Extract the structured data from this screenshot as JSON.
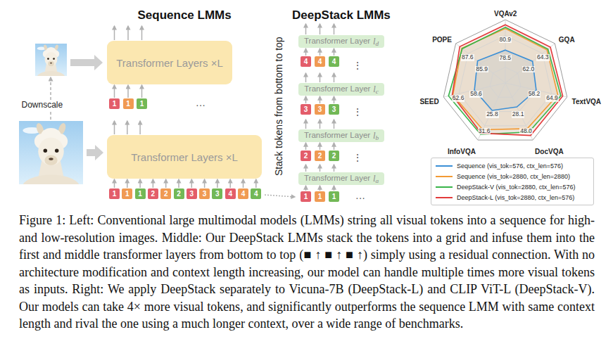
{
  "diagram": {
    "caption": "Figure 1: Left: Conventional large multimodal models (LMMs) string all visual tokens into a sequence for high- and low-resolution images. Middle: Our DeepStack LMMs stack the tokens into a grid and infuse them into the first and middle transformer layers from bottom to top (■ ↑ ■ ↑ ■ ↑) simply using a residual connection. With no architecture modification and context length increasing, our model can handle multiple times more visual tokens as inputs. Right: We apply DeepStack separately to Vicuna-7B (DeepStack-L) and CLIP ViT-L (DeepStack-V). Our models can take 4× more visual tokens, and significantly outperforms the sequence LMM with same context length and rival the one using a much longer context, over a wide range of benchmarks.",
    "nodes": [
      {
        "text": [
          "Transformer Layers ×L"
        ]
      },
      {
        "text": [
          "1"
        ]
      },
      {
        "text": [
          "1"
        ]
      },
      {
        "text": [
          "1"
        ]
      },
      {
        "text": [
          "Transformer Layers ×L"
        ]
      },
      {
        "text": [
          "1"
        ]
      },
      {
        "text": [
          "1"
        ]
      },
      {
        "text": [
          "1"
        ]
      },
      {
        "text": [
          "2"
        ]
      },
      {
        "text": [
          "2"
        ]
      },
      {
        "text": [
          "2"
        ]
      },
      {
        "text": [
          "3"
        ]
      },
      {
        "text": [
          "3"
        ]
      },
      {
        "text": [
          "3"
        ]
      },
      {
        "text": [
          "4"
        ]
      },
      {
        "text": [
          "4"
        ]
      },
      {
        "text": [
          "4"
        ]
      },
      {
        "text": [
          "Transformer Layer",
          "l",
          "d"
        ]
      },
      {
        "text": [
          "4"
        ]
      },
      {
        "text": [
          "4"
        ]
      },
      {
        "text": [
          "4"
        ]
      },
      {
        "text": [
          "Transformer Layer",
          "l",
          "c"
        ]
      },
      {
        "text": [
          "3"
        ]
      },
      {
        "text": [
          "3"
        ]
      },
      {
        "text": [
          "3"
        ]
      },
      {
        "text": [
          "Transformer Layer",
          "l",
          "b"
        ]
      },
      {
        "text": [
          "2"
        ]
      },
      {
        "text": [
          "2"
        ]
      },
      {
        "text": [
          "2"
        ]
      },
      {
        "text": [
          "Transformer Layer",
          "l",
          "a"
        ]
      },
      {
        "text": [
          "1"
        ]
      },
      {
        "text": [
          "1"
        ]
      },
      {
        "text": [
          "1"
        ]
      }
    ],
    "edges": [
      {
        "from": 1,
        "to": 0,
        "arrow": "to"
      },
      {
        "from": 2,
        "to": 0,
        "arrow": "to"
      },
      {
        "from": 3,
        "to": 0,
        "arrow": "to"
      },
      {
        "from": 5,
        "to": 4,
        "arrow": "to"
      },
      {
        "from": 6,
        "to": 4,
        "arrow": "to"
      },
      {
        "from": 7,
        "to": 4,
        "arrow": "to"
      },
      {
        "from": 8,
        "to": 4,
        "arrow": "to"
      },
      {
        "from": 9,
        "to": 4,
        "arrow": "to"
      },
      {
        "from": 10,
        "to": 4,
        "arrow": "to"
      },
      {
        "from": 11,
        "to": 4,
        "arrow": "to"
      },
      {
        "from": 12,
        "to": 4,
        "arrow": "to"
      },
      {
        "from": 13,
        "to": 4,
        "arrow": "to"
      },
      {
        "from": 14,
        "to": 4,
        "arrow": "to"
      },
      {
        "from": 15,
        "to": 4,
        "arrow": "to"
      },
      {
        "from": 16,
        "to": 4,
        "arrow": "to"
      },
      {
        "from": 18,
        "to": 17,
        "arrow": "to"
      },
      {
        "from": 19,
        "to": 17,
        "arrow": "to"
      },
      {
        "from": 20,
        "to": 17,
        "arrow": "to"
      },
      {
        "from": 22,
        "to": 21,
        "arrow": "to"
      },
      {
        "from": 23,
        "to": 21,
        "arrow": "to"
      },
      {
        "from": 24,
        "to": 21,
        "arrow": "to"
      },
      {
        "from": 26,
        "to": 25,
        "arrow": "to"
      },
      {
        "from": 27,
        "to": 25,
        "arrow": "to"
      },
      {
        "from": 28,
        "to": 25,
        "arrow": "to"
      },
      {
        "from": 30,
        "to": 29,
        "arrow": "to"
      },
      {
        "from": 31,
        "to": 29,
        "arrow": "to"
      },
      {
        "from": 32,
        "to": 29,
        "arrow": "to"
      }
    ],
    "labels": [
      "Sequence LMMs",
      "Downscale",
      "···",
      "DeepStack LMMs",
      "Stack tokens from bottom to top",
      "⋮",
      "⋮",
      "⋮",
      "···",
      "VQAv2",
      "GQA",
      "TextVQA",
      "DocVQA",
      "InfoVQA",
      "SEED",
      "POPE",
      "80.9",
      "78.5",
      "64.3",
      "62.0",
      "64.9",
      "58.2",
      "48.0",
      "28.1",
      "31.6",
      "25.8",
      "62.6",
      "58.6",
      "87.6",
      "85.9"
    ],
    "legend": [
      {
        "text": "Sequence (vis_tok=576, ctx_len=576)"
      },
      {
        "text": "Sequence (vis_tok=2880, ctx_len=2880)"
      },
      {
        "text": "DeepStack-V (vis_tok=2880, ctx_len=576)"
      },
      {
        "text": "DeepStack-L (vis_tok=2880, ctx_len=576)"
      }
    ]
  }
}
